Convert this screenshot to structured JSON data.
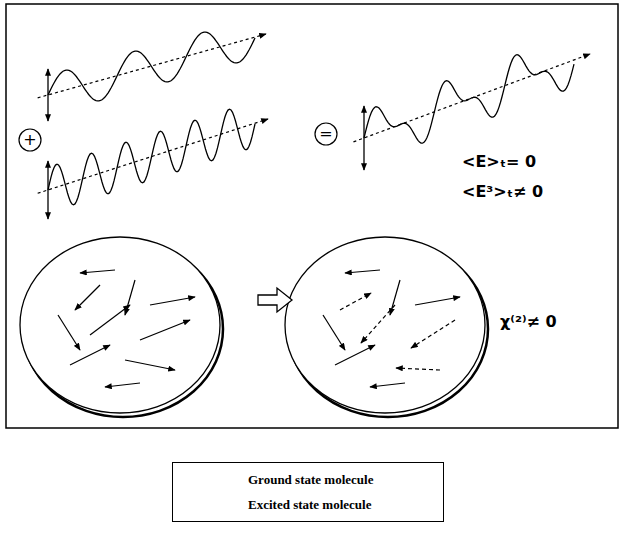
{
  "diagram": {
    "nodes": [
      {
        "text": [
          "+"
        ]
      },
      {
        "text": [
          "="
        ]
      }
    ],
    "edges": [],
    "labels": [
      "<E>ₜ= 0",
      "<E³>ₜ≠ 0",
      "χ⁽²⁾≠ 0"
    ],
    "legend": [
      {
        "text": "Ground state molecule"
      },
      {
        "text": "Excited state molecule"
      }
    ]
  }
}
